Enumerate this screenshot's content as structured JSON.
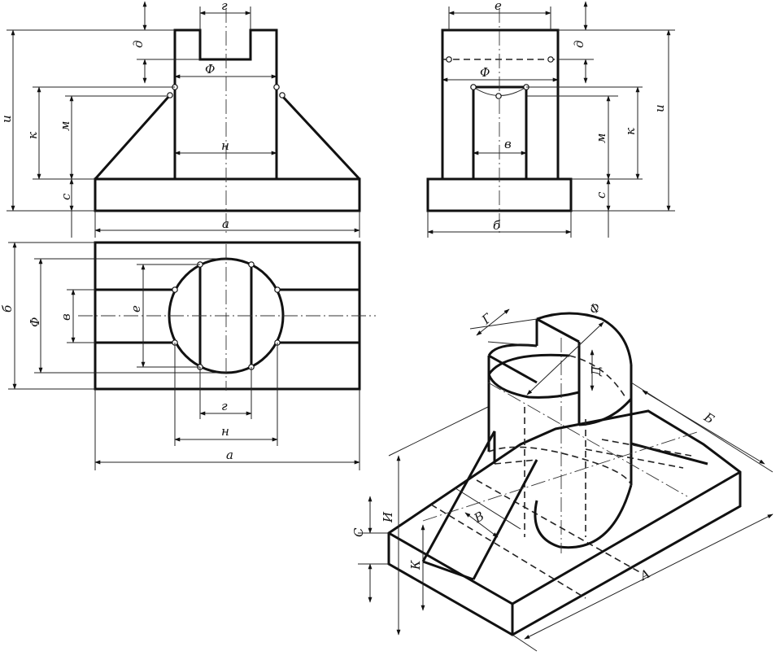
{
  "labels": {
    "g": "г",
    "d": "д",
    "phi": "Ф",
    "n": "н",
    "i": "и",
    "k": "к",
    "m": "м",
    "c": "с",
    "a": "а",
    "e": "е",
    "v": "в",
    "b": "б",
    "iso_G": "Г",
    "iso_Phi": "Ф",
    "iso_D": "Д",
    "iso_B": "Б",
    "iso_I": "И",
    "iso_C": "С",
    "iso_K": "К",
    "iso_V": "В",
    "iso_A": "А"
  }
}
